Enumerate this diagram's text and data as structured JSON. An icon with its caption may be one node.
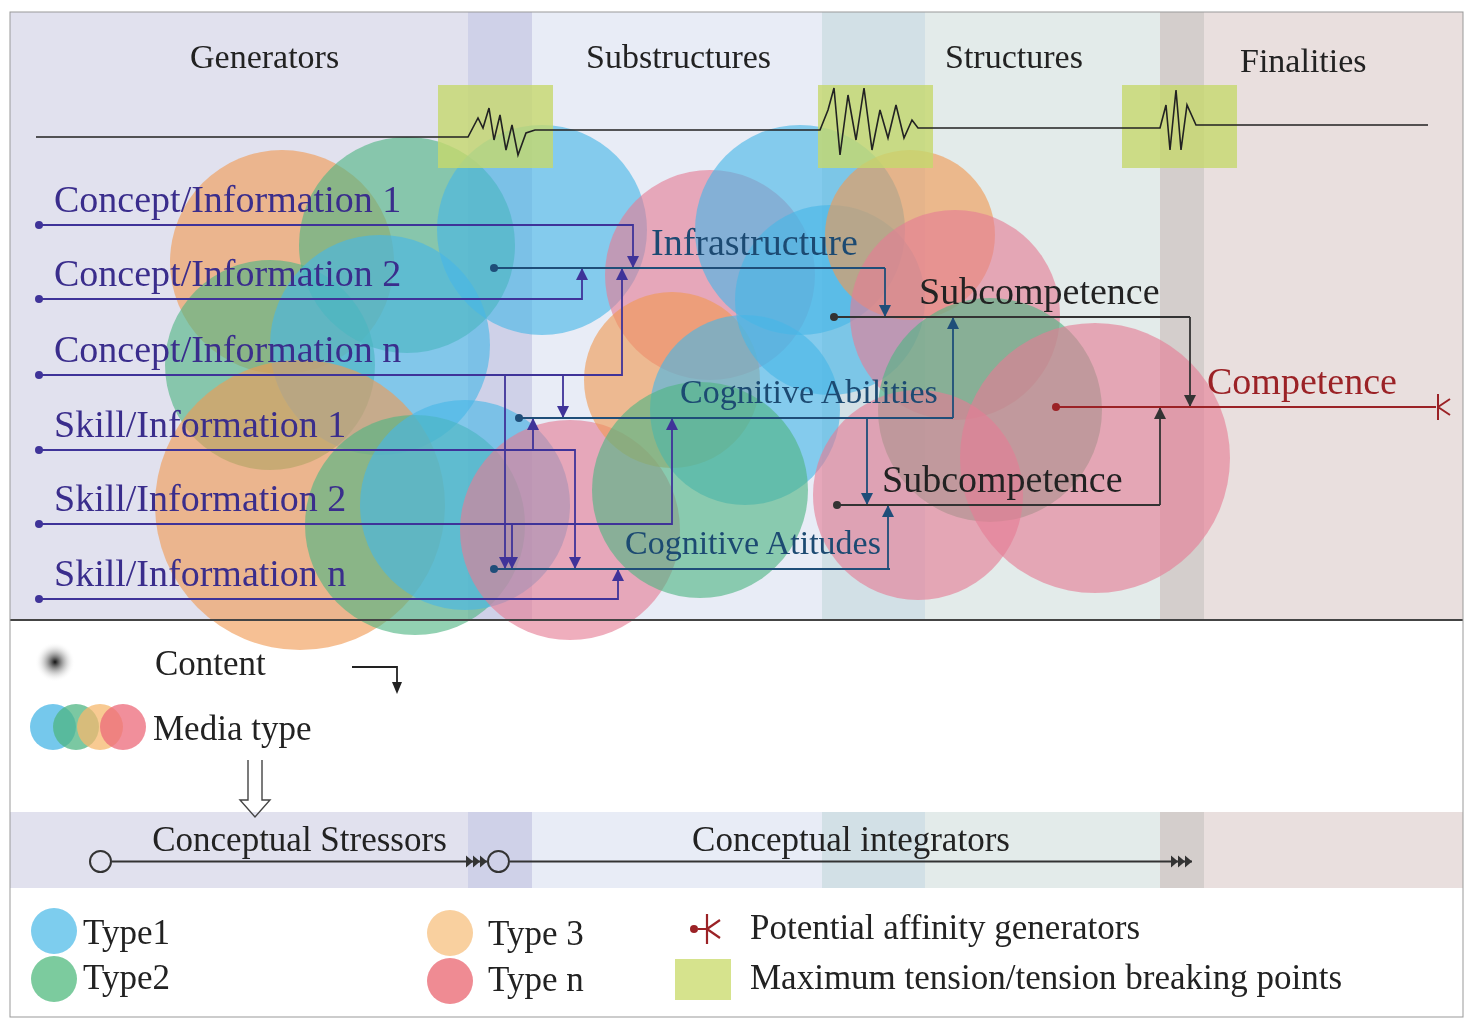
{
  "diagram": {
    "nodes": [
      {
        "text": [
          "Concept/Information 1"
        ]
      },
      {
        "text": [
          "Concept/Information 2"
        ]
      },
      {
        "text": [
          "Concept/Information n"
        ]
      },
      {
        "text": [
          "Skill/Information 1"
        ]
      },
      {
        "text": [
          "Skill/Information 2"
        ]
      },
      {
        "text": [
          "Skill/Information n"
        ]
      },
      {
        "text": [
          "Infrastructure"
        ]
      },
      {
        "text": [
          "Cognitive Abilities"
        ]
      },
      {
        "text": [
          "Cognitive Atitudes"
        ]
      },
      {
        "text": [
          "Subcompetence"
        ]
      },
      {
        "text": [
          "Subcompetence"
        ]
      },
      {
        "text": [
          "Competence"
        ]
      },
      {
        "text": [],
        "shape": "circle"
      },
      {
        "text": [],
        "shape": "circle"
      },
      {
        "text": [],
        "shape": "picture"
      }
    ],
    "edges": [
      {
        "from": 0,
        "to": 6,
        "arrow": "to"
      },
      {
        "from": 1,
        "to": 6,
        "arrow": "to"
      },
      {
        "from": 2,
        "to": 6,
        "arrow": "to"
      },
      {
        "from": 2,
        "to": 7,
        "arrow": "to"
      },
      {
        "from": 2,
        "to": 8,
        "arrow": "to"
      },
      {
        "from": 3,
        "to": 7,
        "arrow": "to"
      },
      {
        "from": 3,
        "to": 8,
        "arrow": "to"
      },
      {
        "from": 4,
        "to": 7,
        "arrow": "to"
      },
      {
        "from": 4,
        "to": 8,
        "arrow": "to"
      },
      {
        "from": 5,
        "to": 8,
        "arrow": "to"
      },
      {
        "from": 6,
        "to": 9,
        "arrow": "to",
        "color": "#1f4e79"
      },
      {
        "from": 7,
        "to": 9,
        "arrow": "to",
        "color": "#1f4e79"
      },
      {
        "from": 7,
        "to": 10,
        "arrow": "to",
        "color": "#1f4e79"
      },
      {
        "from": 8,
        "to": 10,
        "arrow": "to",
        "color": "#1f4e79"
      },
      {
        "from": 9,
        "to": 11,
        "arrow": "to",
        "color": "#333333"
      },
      {
        "from": 10,
        "to": 11,
        "arrow": "to",
        "color": "#333333"
      },
      {
        "from": 11,
        "to": 14,
        "arrow": "none",
        "color": "#9b2226"
      },
      {
        "from": 12,
        "to": 13,
        "arrow": "to",
        "label": "Conceptual Stressors",
        "color": "#333333"
      },
      {
        "from": 13,
        "to": null,
        "arrow": "to",
        "label": "Conceptual integrators",
        "color": "#333333"
      }
    ],
    "labels": [
      "Generators",
      "Substructures",
      "Structures",
      "Finalities"
    ],
    "legend": [
      {
        "text": "Content"
      },
      {
        "text": "Media type"
      },
      {
        "text": "Type1",
        "color": "#7dcdee"
      },
      {
        "text": "Type2",
        "color": "#7ccb9e"
      },
      {
        "text": "Type 3",
        "color": "#f9d09f"
      },
      {
        "text": "Type n",
        "color": "#ef8b93"
      },
      {
        "text": "Potential affinity generators"
      },
      {
        "text": "Maximum tension/tension breaking points",
        "color": "#d6e38d"
      }
    ]
  }
}
